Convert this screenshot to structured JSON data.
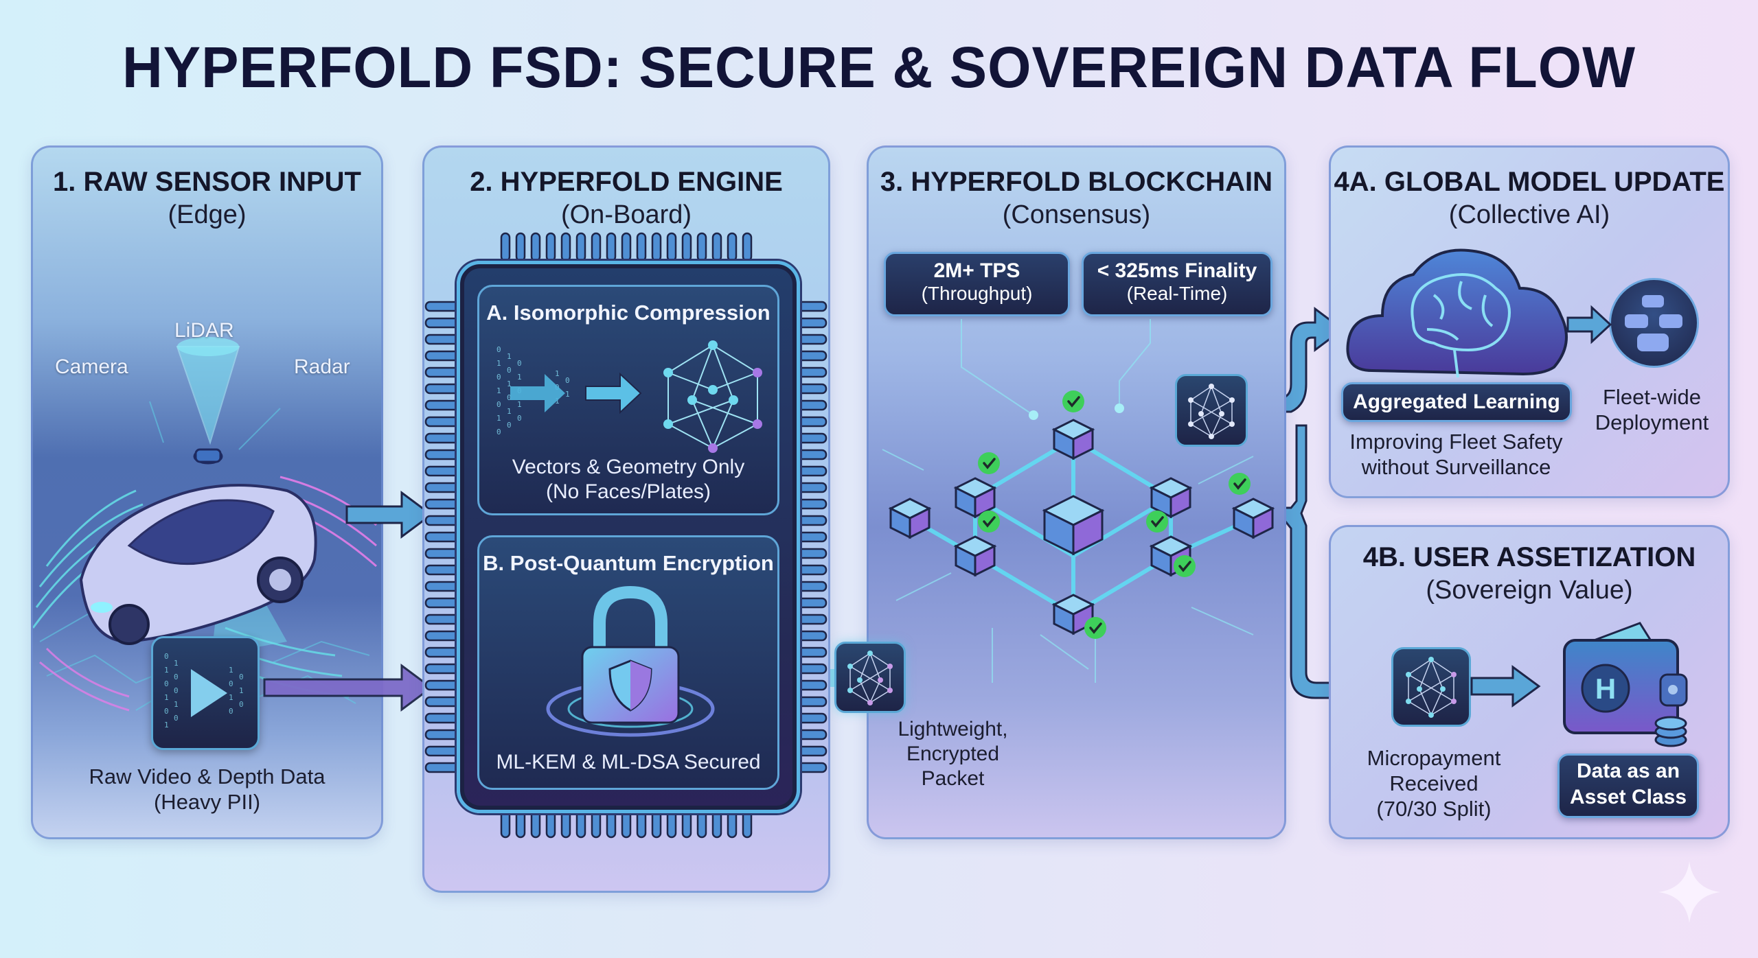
{
  "title": "HYPERFOLD FSD: SECURE & SOVEREIGN DATA FLOW",
  "panels": {
    "raw_sensor": {
      "heading": "1. RAW SENSOR INPUT",
      "subheading": "(Edge)",
      "sensor_labels": {
        "lidar": "LiDAR",
        "camera": "Camera",
        "radar": "Radar"
      },
      "caption_line1": "Raw Video & Depth Data",
      "caption_line2": "(Heavy PII)"
    },
    "engine": {
      "heading": "2. HYPERFOLD ENGINE",
      "subheading": "(On-Board)",
      "compression": {
        "title": "A. Isomorphic Compression",
        "caption_line1": "Vectors & Geometry Only",
        "caption_line2": "(No Faces/Plates)"
      },
      "encryption": {
        "title": "B. Post-Quantum Encryption",
        "caption": "ML-KEM & ML-DSA Secured"
      }
    },
    "blockchain": {
      "heading": "3. HYPERFOLD BLOCKCHAIN",
      "subheading": "(Consensus)",
      "stats": [
        {
          "value": "2M+ TPS",
          "label": "(Throughput)"
        },
        {
          "value": "< 325ms Finality",
          "label": "(Real-Time)"
        }
      ],
      "packet_caption_line1": "Lightweight,",
      "packet_caption_line2": "Encrypted",
      "packet_caption_line3": "Packet"
    },
    "global_model": {
      "heading": "4A. GLOBAL MODEL UPDATE",
      "subheading": "(Collective AI)",
      "badge": "Aggregated Learning",
      "caption_line1": "Improving Fleet Safety",
      "caption_line2": "without Surveillance",
      "deploy_line1": "Fleet-wide",
      "deploy_line2": "Deployment"
    },
    "assetization": {
      "heading": "4B. USER ASSETIZATION",
      "subheading": "(Sovereign Value)",
      "payment_line1": "Micropayment",
      "payment_line2": "Received",
      "payment_line3": "(70/30 Split)",
      "badge_line1": "Data as an",
      "badge_line2": "Asset Class",
      "wallet_logo": "H"
    }
  },
  "colors": {
    "title": "#121437",
    "accent_cyan": "#5ab5e6",
    "dark_navy": "#1f2548",
    "check_green": "#3ecf5a",
    "arrow_blue": "#5aa6d8",
    "arrow_purple": "#7d6bc8"
  },
  "icons": [
    "car-icon",
    "lidar-cone-icon",
    "video-play-icon",
    "network-polyhedron-icon",
    "padlock-shield-icon",
    "blockchain-cube-icon",
    "checkmark-icon",
    "brain-cloud-icon",
    "fleet-cars-icon",
    "wallet-icon",
    "coin-stack-icon",
    "sparkle-icon"
  ]
}
